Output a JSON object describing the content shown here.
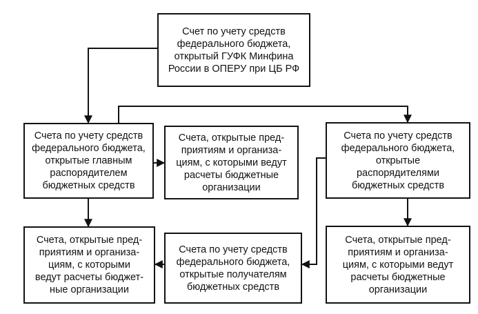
{
  "nodes": {
    "top": "Счет по учету средств\nфедерального бюджета,\nоткрытый ГУФК Минфина\nРоссии в ОПЕРУ  при ЦБ РФ",
    "main_left": "Счета по учету средств\nфедерального бюджета,\nоткрытые главным\nраспорядителем\nбюджетных средств",
    "enterprises_mid_top": "Счета, открытые пред-\nприятиям и организа-\nциям, с которыми ведут\nрасчеты бюджетные\nорганизации",
    "main_right": "Счета по учету средств\nфедерального бюджета,\nоткрытые\nраспорядителями\nбюджетных средств",
    "enterprises_left_bottom": "Счета, открытые пред-\nприятиям и организа-\nциям, с которыми\nведут расчеты бюджет-\nные организации",
    "recipients": "Счета по учету средств\nфедерального бюджета,\nоткрытые получателям\nбюджетных средств",
    "enterprises_right_bottom": "Счета, открытые пред-\nприятиям и организа-\nциям, с которыми ведут\nрасчеты бюджетные\nорганизации"
  }
}
